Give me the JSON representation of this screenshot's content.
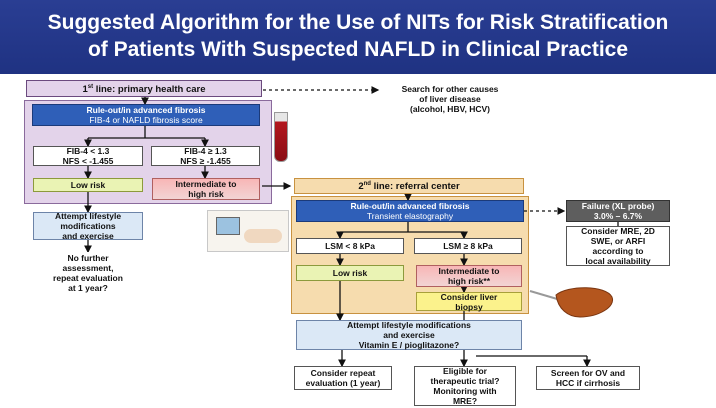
{
  "title_line1": "Suggested Algorithm for the Use of NITs for Risk Stratification",
  "title_line2": "of Patients With Suspected NAFLD in Clinical Practice",
  "first_line": {
    "label": "line: primary health care",
    "sup": "st",
    "num": "1"
  },
  "other_causes": {
    "line1": "Search for other causes",
    "line2": "of liver disease",
    "line3": "(alcohol, HBV, HCV)"
  },
  "rule_out_1": {
    "line1": "Rule-out/in advanced fibrosis",
    "line2": "FIB-4 or NAFLD fibrosis score"
  },
  "fib4_low": {
    "line1": "FIB-4 < 1.3",
    "line2": "NFS < -1.455"
  },
  "fib4_high": {
    "line1": "FIB-4 ≥ 1.3",
    "line2": "NFS ≥ -1.455"
  },
  "low_risk_1": "Low risk",
  "intermediate_1": {
    "line1": "Intermediate to",
    "line2": "high risk"
  },
  "lifestyle_1": {
    "line1": "Attempt lifestyle",
    "line2": "modifications",
    "line3": "and exercise"
  },
  "no_further": {
    "line1": "No further",
    "line2": "assessment,",
    "line3": "repeat evaluation",
    "line4": "at 1 year?"
  },
  "second_line": {
    "label": "line: referral center",
    "sup": "nd",
    "num": "2"
  },
  "rule_out_2": {
    "line1": "Rule-out/in advanced fibrosis",
    "line2": "Transient elastography"
  },
  "failure": {
    "line1": "Failure (XL probe)",
    "line2": "3.0% – 6.7%"
  },
  "consider_mre": {
    "line1": "Consider MRE, 2D",
    "line2": "SWE, or ARFI",
    "line3": "according to",
    "line4": "local availability"
  },
  "lsm_low": "LSM < 8 kPa",
  "lsm_high": "LSM ≥ 8 kPa",
  "low_risk_2": "Low risk",
  "intermediate_2": {
    "line1": "Intermediate to",
    "line2": "high risk**"
  },
  "biopsy": {
    "line1": "Consider liver",
    "line2": "biopsy"
  },
  "lifestyle_2": {
    "line1": "Attempt lifestyle modifications",
    "line2": "and exercise",
    "line3": "Vitamin E / pioglitazone?"
  },
  "repeat_eval": {
    "line1": "Consider repeat",
    "line2": "evaluation (1 year)"
  },
  "eligible": {
    "line1": "Eligible for",
    "line2": "therapeutic trial?",
    "line3": "Monitoring with",
    "line4": "MRE?"
  },
  "screen": {
    "line1": "Screen for OV and",
    "line2": "HCC if cirrhosis"
  },
  "colors": {
    "banner": "#2a3e93",
    "first_line_region": "#e3d3ea",
    "second_line_region": "#f6dcae",
    "rule_out_box": "#2f5fb8"
  }
}
